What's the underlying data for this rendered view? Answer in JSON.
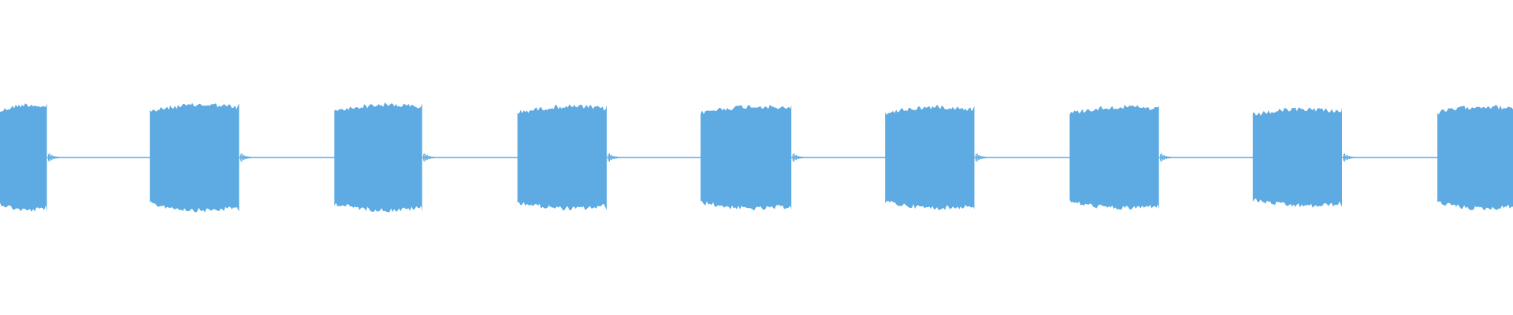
{
  "waveform": {
    "color": "#5dabe2",
    "background": "#ffffff",
    "icon": "audio-waveform",
    "bursts": [
      {
        "id": 1,
        "start": 0.0,
        "end": 0.031,
        "amplitude": 0.98
      },
      {
        "id": 2,
        "start": 0.099,
        "end": 0.158,
        "amplitude": 0.98
      },
      {
        "id": 3,
        "start": 0.221,
        "end": 0.279,
        "amplitude": 0.98
      },
      {
        "id": 4,
        "start": 0.342,
        "end": 0.401,
        "amplitude": 0.95
      },
      {
        "id": 5,
        "start": 0.463,
        "end": 0.523,
        "amplitude": 0.95
      },
      {
        "id": 6,
        "start": 0.585,
        "end": 0.644,
        "amplitude": 0.94
      },
      {
        "id": 7,
        "start": 0.707,
        "end": 0.766,
        "amplitude": 0.94
      },
      {
        "id": 8,
        "start": 0.828,
        "end": 0.887,
        "amplitude": 0.9
      },
      {
        "id": 9,
        "start": 0.95,
        "end": 1.0,
        "amplitude": 0.95
      }
    ],
    "silence_level": 0.01
  }
}
